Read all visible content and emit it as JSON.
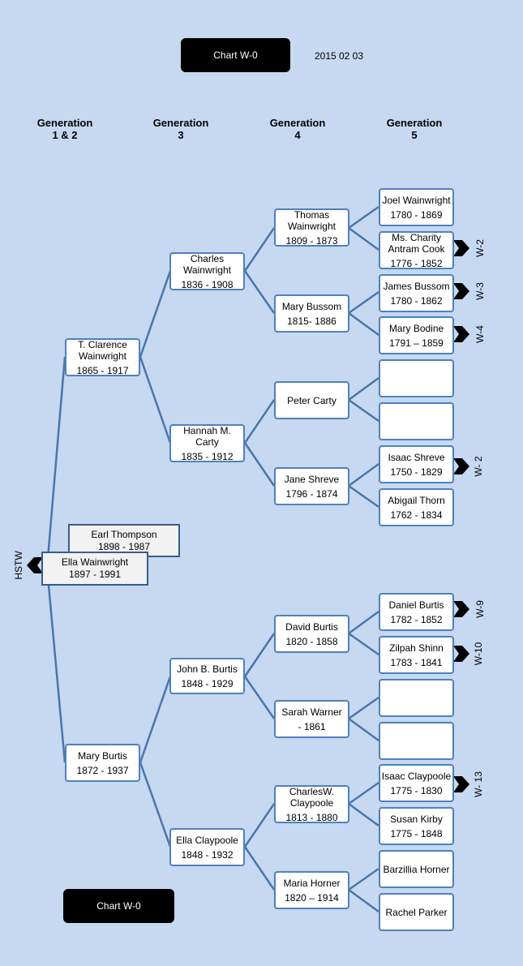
{
  "header": {
    "chart_label": "Chart W-0",
    "date": "2015 02 03"
  },
  "footer": {
    "chart_label": "Chart W-0"
  },
  "generations": [
    {
      "line1": "Generation",
      "line2": "1 & 2"
    },
    {
      "line1": "Generation",
      "line2": "3"
    },
    {
      "line1": "Generation",
      "line2": "4"
    },
    {
      "line1": "Generation",
      "line2": "5"
    }
  ],
  "side_label": "HSTW",
  "people": {
    "clarence": {
      "name": "T. Clarence Wainwright",
      "dates": "1865 - 1917"
    },
    "mary_burtis": {
      "name": "Mary Burtis",
      "dates": "1872 - 1937"
    },
    "earl": {
      "name": "Earl Thompson",
      "dates": "1898 - 1987"
    },
    "ella_w": {
      "name": "Ella Wainwright",
      "dates": "1897 - 1991"
    },
    "charles_w": {
      "name": "Charles Wainwright",
      "dates": "1836 - 1908"
    },
    "hannah": {
      "name": "Hannah M. Carty",
      "dates": "1835 - 1912"
    },
    "john_b": {
      "name": "John B. Burtis",
      "dates": "1848 - 1929"
    },
    "ella_c": {
      "name": "Ella Claypoole",
      "dates": "1848 - 1932"
    },
    "thomas": {
      "name": "Thomas Wainwright",
      "dates": "1809 - 1873"
    },
    "mary_bussom": {
      "name": "Mary Bussom",
      "dates": "1815- 1886"
    },
    "peter": {
      "name": "Peter Carty",
      "dates": ""
    },
    "jane": {
      "name": "Jane Shreve",
      "dates": "1796 - 1874"
    },
    "david": {
      "name": "David Burtis",
      "dates": "1820 - 1858"
    },
    "sarah": {
      "name": "Sarah Warner",
      "dates": "- 1861"
    },
    "charlesw_c": {
      "name": "CharlesW. Claypoole",
      "dates": "1813 - 1880"
    },
    "maria": {
      "name": "Maria Horner",
      "dates": "1820 – 1914"
    },
    "joel": {
      "name": "Joel Wainwright",
      "dates": "1780 - 1869"
    },
    "charity": {
      "name": "Ms. Charity Antram Cook",
      "dates": "1776 - 1852"
    },
    "james": {
      "name": "James Bussom",
      "dates": "1780 - 1862"
    },
    "mary_bodine": {
      "name": "Mary Bodine",
      "dates": "1791 – 1859"
    },
    "empty1": {
      "name": "",
      "dates": ""
    },
    "empty2": {
      "name": "",
      "dates": ""
    },
    "isaac_s": {
      "name": "Isaac Shreve",
      "dates": "1750 - 1829"
    },
    "abigail": {
      "name": "Abigail Thorn",
      "dates": "1762 - 1834"
    },
    "daniel": {
      "name": "Daniel Burtis",
      "dates": "1782 - 1852"
    },
    "zilpah": {
      "name": "Zilpah Shinn",
      "dates": "1783 - 1841"
    },
    "empty3": {
      "name": "",
      "dates": ""
    },
    "empty4": {
      "name": "",
      "dates": ""
    },
    "isaac_c": {
      "name": "Isaac Claypoole",
      "dates": "1775 - 1830"
    },
    "susan": {
      "name": "Susan Kirby",
      "dates": "1775 - 1848"
    },
    "barzillia": {
      "name": "Barzillia Horner",
      "dates": ""
    },
    "rachel": {
      "name": "Rachel Parker",
      "dates": ""
    }
  },
  "continuations": [
    "W-2",
    "W-3",
    "W-4",
    "W- 2",
    "W-9",
    "W-10",
    "W- 13"
  ],
  "colors": {
    "background": "#c6d9f1",
    "box_border": "#4f81bd",
    "line": "#4a76ab",
    "badge": "#000000"
  }
}
